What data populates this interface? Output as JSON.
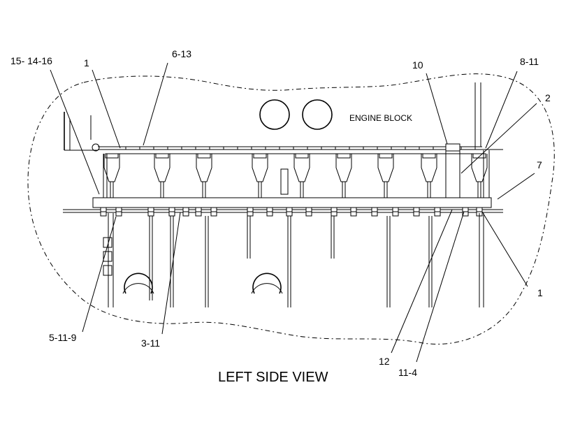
{
  "diagram": {
    "view_title": "LEFT SIDE VIEW",
    "block_label": "ENGINE BLOCK",
    "callouts": [
      "15- 14-16",
      "1",
      "6-13",
      "10",
      "8-11",
      "2",
      "7",
      "1",
      "5-11-9",
      "3-11",
      "12",
      "11-4"
    ]
  }
}
